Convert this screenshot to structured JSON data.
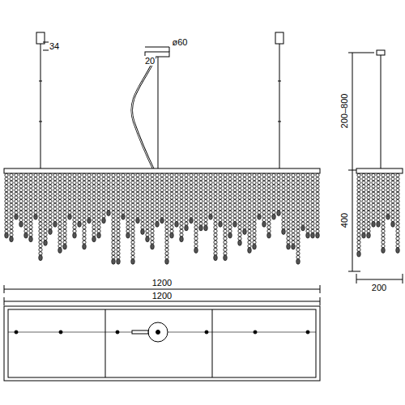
{
  "diagram": {
    "labels": [
      "34",
      "ø60",
      "20",
      "200–800",
      "400",
      "1200",
      "1200",
      "200"
    ]
  }
}
